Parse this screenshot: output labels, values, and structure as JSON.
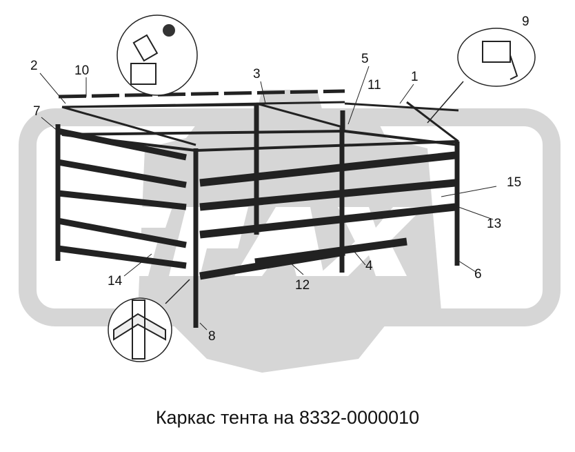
{
  "caption": "Каркас тента на 8332-0000010",
  "callouts": [
    "1",
    "2",
    "3",
    "4",
    "5",
    "6",
    "7",
    "8",
    "9",
    "10",
    "11",
    "12",
    "13",
    "14",
    "15"
  ],
  "colors": {
    "watermark": "#d4d4d4",
    "line": "#222222"
  }
}
